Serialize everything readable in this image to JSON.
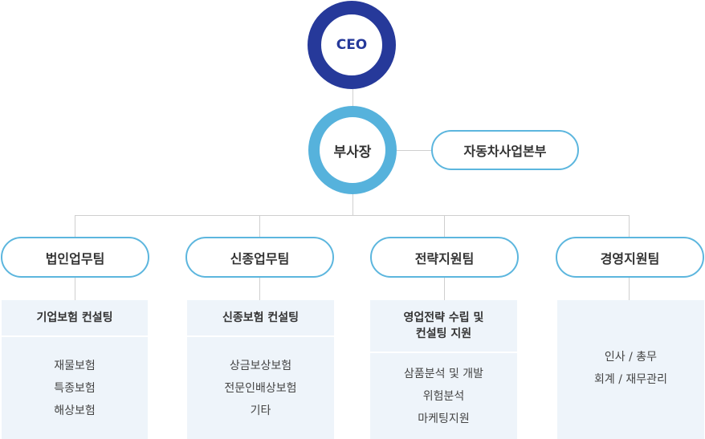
{
  "ceo": {
    "label": "CEO"
  },
  "vice_president": {
    "label": "부사장"
  },
  "side_unit": {
    "label": "자동차사업본부"
  },
  "teams": [
    {
      "name": "법인업무팀",
      "head": "기업보험 컨설팅",
      "items": [
        "재물보험",
        "특종보험",
        "해상보험"
      ]
    },
    {
      "name": "신종업무팀",
      "head": "신종보험 컨설팅",
      "items": [
        "상금보상보험",
        "전문인배상보험",
        "기타"
      ]
    },
    {
      "name": "전략지원팀",
      "head": "영업전략 수립 및\n컨설팅 지원",
      "items": [
        "삼품분석 및 개발",
        "위험분석",
        "마케팅지원"
      ]
    },
    {
      "name": "경영지원팀",
      "head": "",
      "items": [
        "인사 / 총무",
        "회계 / 재무관리"
      ]
    }
  ],
  "colors": {
    "ceo_ring": "#26399a",
    "vp_ring": "#56b2dc",
    "pill_border": "#5cb6de",
    "box_bg": "#eef4fa",
    "connector": "#cfcfcf"
  }
}
